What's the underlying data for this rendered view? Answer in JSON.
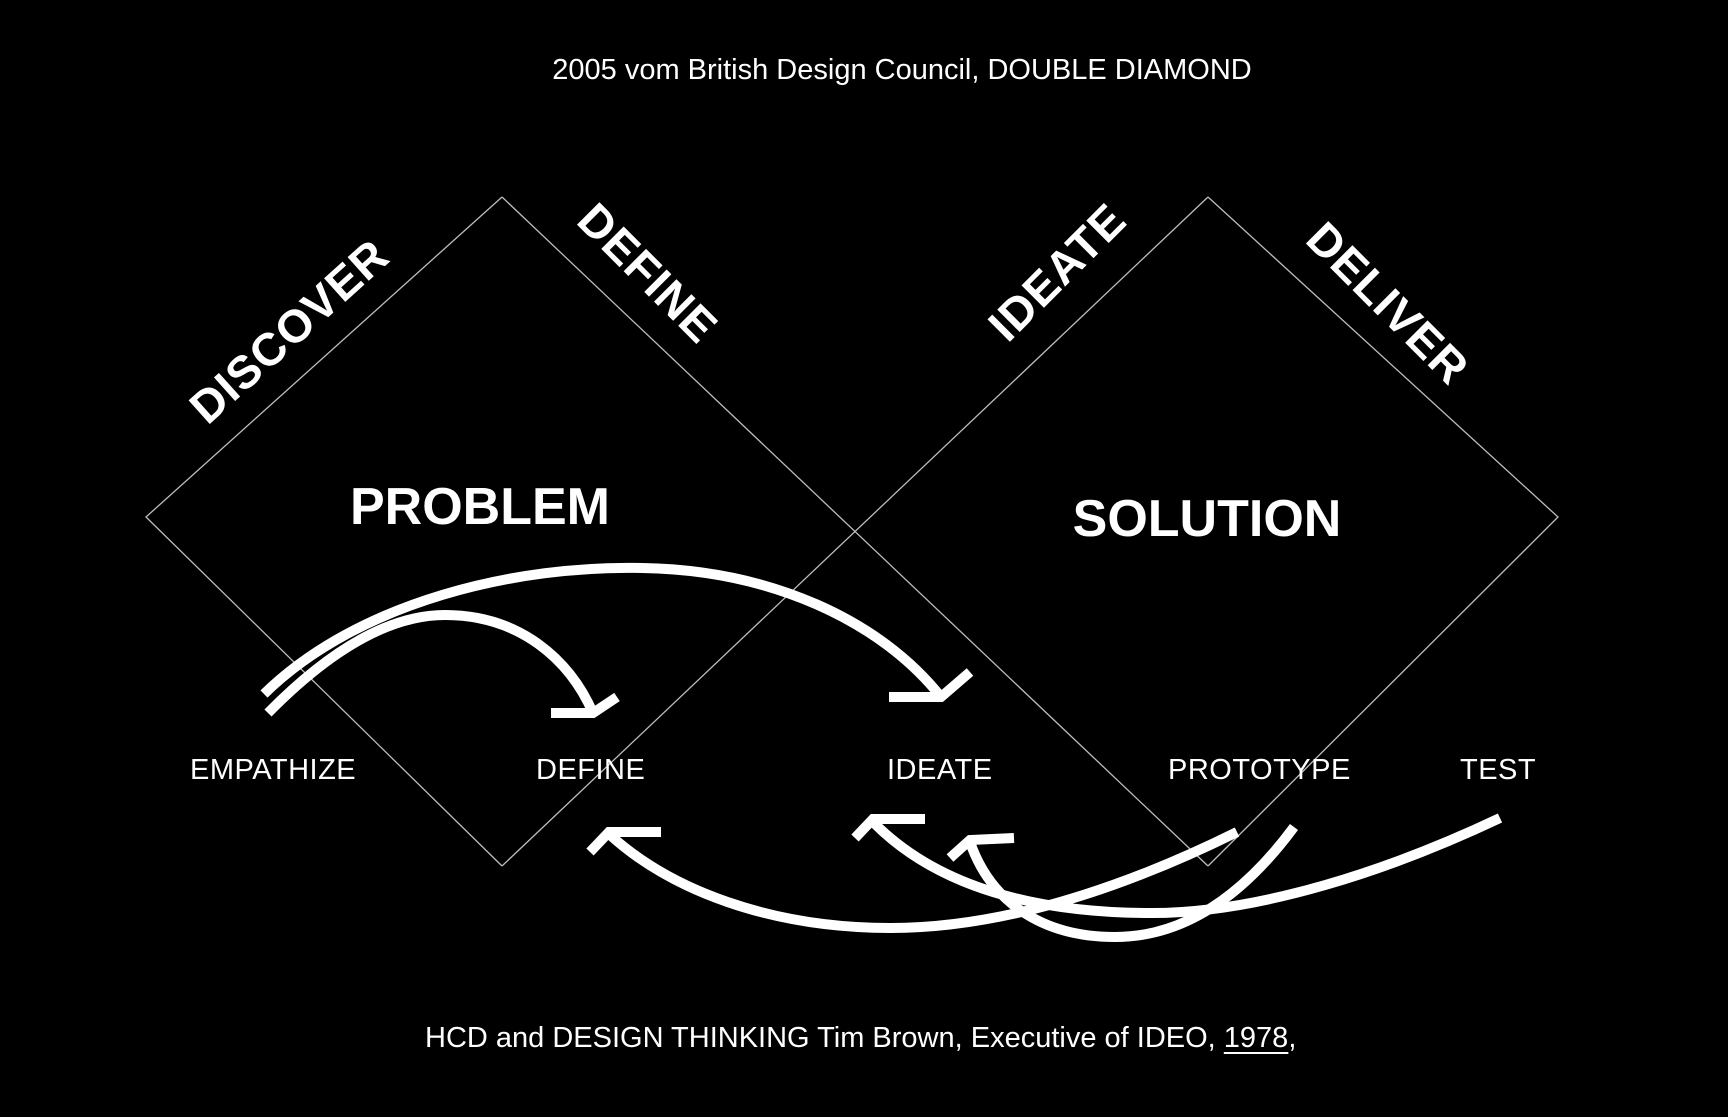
{
  "title": "2005 vom British Design Council, DOUBLE DIAMOND",
  "diamond": {
    "phases": [
      {
        "label": "DISCOVER"
      },
      {
        "label": "DEFINE"
      },
      {
        "label": "IDEATE"
      },
      {
        "label": "DELIVER"
      }
    ],
    "problem_label": "PROBLEM",
    "solution_label": "SOLUTION"
  },
  "design_thinking": {
    "steps": [
      {
        "label": "EMPATHIZE"
      },
      {
        "label": "DEFINE"
      },
      {
        "label": "IDEATE"
      },
      {
        "label": "PROTOTYPE"
      },
      {
        "label": "TEST"
      }
    ],
    "arrows": [
      {
        "from": "EMPATHIZE",
        "to": "DEFINE",
        "direction": "forward"
      },
      {
        "from": "EMPATHIZE",
        "to": "IDEATE",
        "direction": "forward"
      },
      {
        "from": "PROTOTYPE",
        "to": "DEFINE",
        "direction": "back"
      },
      {
        "from": "PROTOTYPE",
        "to": "IDEATE",
        "direction": "back"
      },
      {
        "from": "TEST",
        "to": "IDEATE",
        "direction": "back"
      }
    ]
  },
  "footer": {
    "text": "HCD and DESIGN THINKING Tim Brown, Executive of IDEO, ",
    "link_text": "1978",
    "trailing": ","
  },
  "colors": {
    "background": "#000000",
    "foreground": "#ffffff",
    "diamond_outline": "#bdbdbd"
  }
}
